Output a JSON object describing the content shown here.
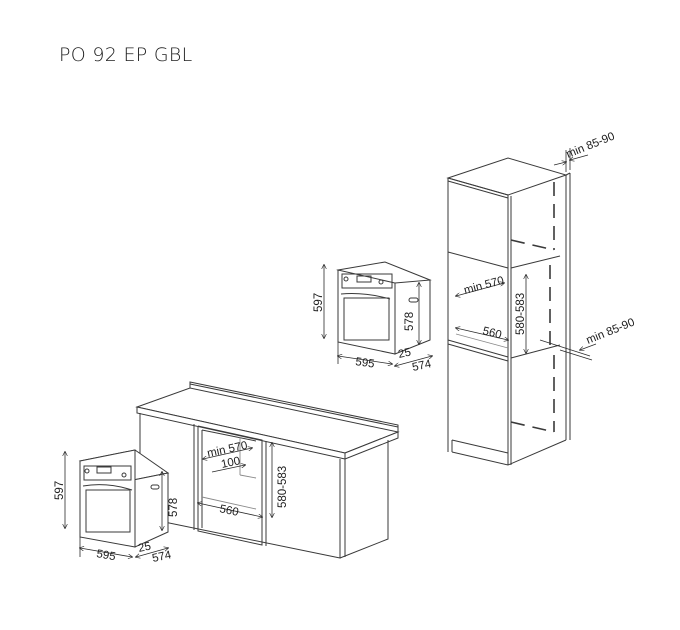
{
  "title": "PO 92 EP GBL",
  "oven_dimensions": {
    "height": "597",
    "width": "595",
    "door_depth": "25",
    "body_depth": "574",
    "body_height": "578"
  },
  "column_installation": {
    "top_clearance": "min 85-90",
    "bottom_clearance": "min 85-90",
    "niche_width": "min 570",
    "niche_height": "580-583",
    "niche_depth": "560"
  },
  "under_counter_installation": {
    "niche_width": "min 570",
    "rear_gap": "100",
    "niche_height": "580-583",
    "niche_depth": "560"
  }
}
